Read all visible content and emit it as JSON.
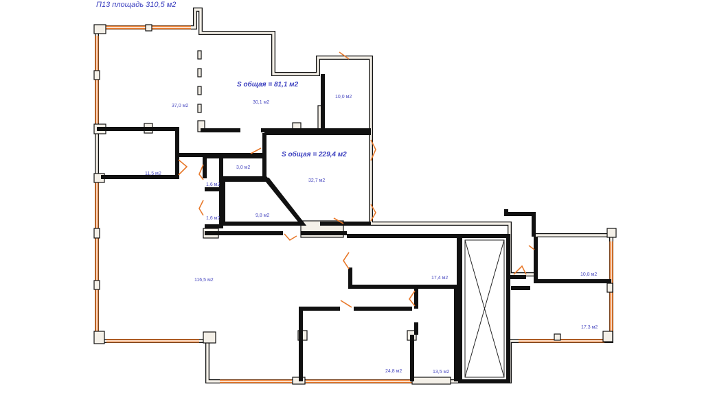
{
  "title": "П13 площадь 310,5 м2",
  "zones": [
    {
      "label": "S общая = 81,1 м2"
    },
    {
      "label": "S общая = 229,4 м2"
    }
  ],
  "rooms": [
    {
      "area": "37,0 м2"
    },
    {
      "area": "30,1 м2"
    },
    {
      "area": "10,0 м2"
    },
    {
      "area": "11,5 м2"
    },
    {
      "area": "3,0 м2"
    },
    {
      "area": "32,7 м2"
    },
    {
      "area": "1,6 м2"
    },
    {
      "area": "1,6 м2"
    },
    {
      "area": "9,8 м2"
    },
    {
      "area": "116,5 м2"
    },
    {
      "area": "17,4 м2"
    },
    {
      "area": "10,8 м2"
    },
    {
      "area": "17,3 м2"
    },
    {
      "area": "24,8 м2"
    },
    {
      "area": "13,5 м2"
    }
  ],
  "colors": {
    "window": "#e8792b",
    "label": "#4a4ac0",
    "wall": "#111111"
  }
}
